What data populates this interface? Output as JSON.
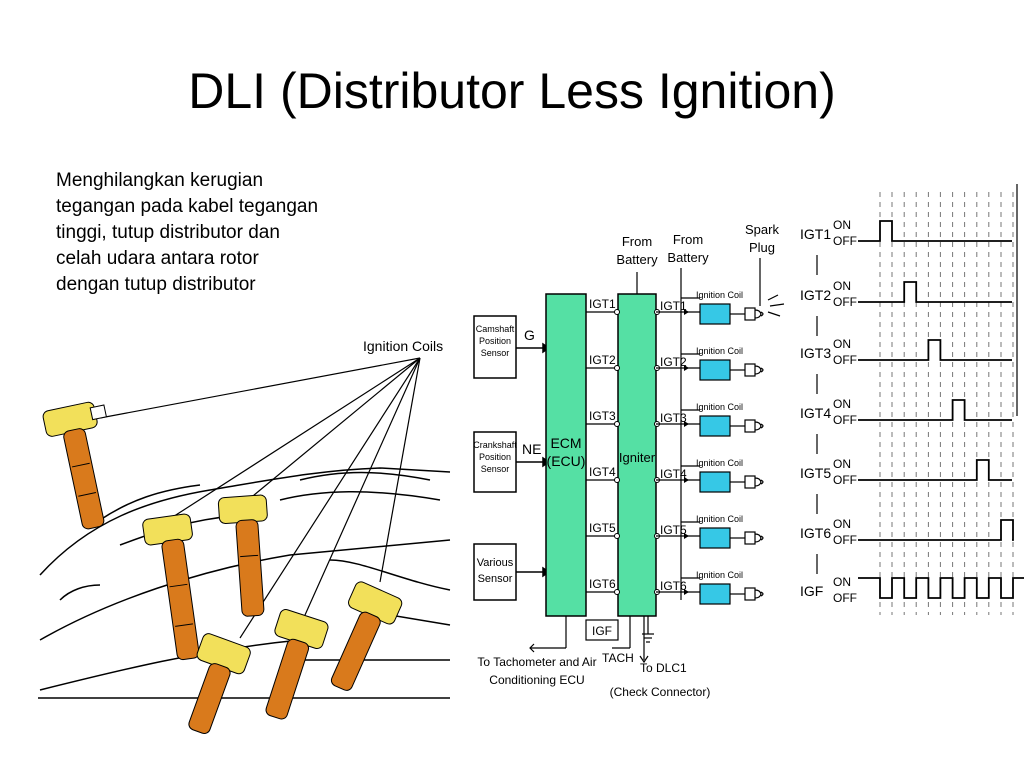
{
  "slide": {
    "title": "DLI (Distributor Less Ignition)",
    "description_lines": [
      "Menghilangkan kerugian",
      "tegangan pada kabel tegangan",
      "tinggi, tutup distributor dan",
      "celah udara antara rotor",
      "dengan tutup distributor"
    ]
  },
  "illustration": {
    "label": "Ignition Coils",
    "coil_color": "#f2e05a",
    "boot_color": "#d97a1c"
  },
  "wiring": {
    "sensors": [
      {
        "lines": [
          "Camshaft",
          "Position",
          "Sensor"
        ],
        "signal": "G"
      },
      {
        "lines": [
          "Crankshaft",
          "Position",
          "Sensor"
        ],
        "signal": "NE"
      },
      {
        "lines": [
          "Various",
          "Sensor"
        ],
        "signal": ""
      }
    ],
    "ecm_lines": [
      "ECM",
      "(ECU)"
    ],
    "igniter_label": "Igniter",
    "from_battery_1": [
      "From",
      "Battery"
    ],
    "from_battery_2": [
      "From",
      "Battery"
    ],
    "spark_plug": [
      "Spark",
      "Plug"
    ],
    "ecm_outputs": [
      "IGT1",
      "IGT2",
      "IGT3",
      "IGT4",
      "IGT5",
      "IGT6"
    ],
    "igniter_outputs": [
      "IGT1",
      "IGT2",
      "IGT3",
      "IGT4",
      "IGT5",
      "IGT6"
    ],
    "coil_label": "Ignition Coil",
    "igf_label": "IGF",
    "tach_label": "TACH",
    "bottom_left": [
      "To Tachometer and Air",
      "Conditioning ECU"
    ],
    "bottom_right": [
      "To DLC1",
      "(Check Connector)"
    ],
    "ecm_color": "#55e0a4",
    "coil_box_color": "#36c8e6"
  },
  "timing": {
    "on_label": "ON",
    "off_label": "OFF",
    "signals": [
      "IGT1",
      "IGT2",
      "IGT3",
      "IGT4",
      "IGT5",
      "IGT6",
      "IGF"
    ]
  }
}
